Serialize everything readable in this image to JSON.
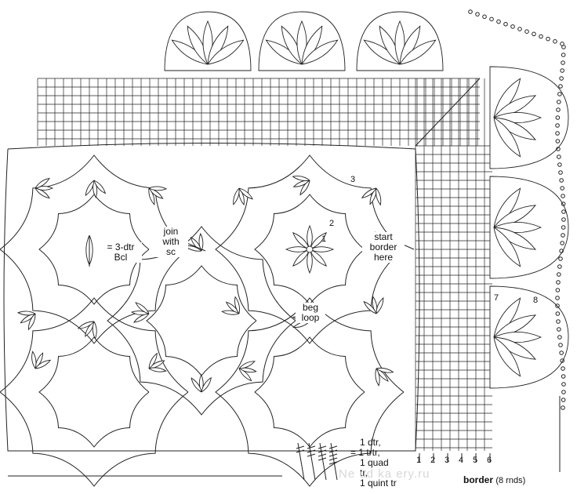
{
  "labels": {
    "join": [
      "join",
      "with",
      "sc"
    ],
    "bcl": [
      "= 3-dtr",
      "Bcl"
    ],
    "start": [
      "start",
      "border",
      "here"
    ],
    "beg": [
      "beg",
      "loop"
    ],
    "stitch": [
      "1 dtr,",
      "= 1 trtr,",
      "1 quad tr,",
      "1 quint tr"
    ],
    "border": "border",
    "border_rnds": "(8 rnds)"
  },
  "round_numbers": {
    "r1": "1",
    "r2": "2",
    "r3": "3",
    "r7": "7",
    "r8": "8"
  },
  "border_row_numbers": [
    "1",
    "2",
    "3",
    "4",
    "5",
    "6"
  ],
  "watermark": "Ne   ud  ka   ery.ru",
  "colors": {
    "ink": "#111111",
    "watermark": "#d7d7d7"
  }
}
